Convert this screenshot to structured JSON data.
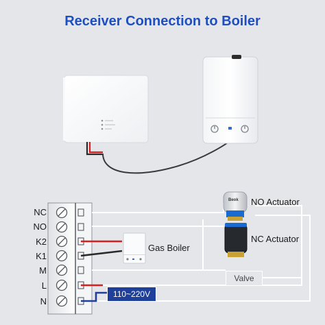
{
  "title": "Receiver Connection to Boiler",
  "terminals": [
    "NC",
    "NO",
    "K2",
    "K1",
    "M",
    "L",
    "N"
  ],
  "labels": {
    "gas_boiler": "Gas Boiler",
    "no_actuator": "NO Actuator",
    "nc_actuator": "NC Actuator",
    "valve": "Valve",
    "voltage": "110~220V"
  },
  "actuator_brand": "Beok",
  "colors": {
    "title": "#1f4fbf",
    "live_wire": "#d61f1f",
    "neutral_wire": "#1e3f9a",
    "actuator_blue": "#1a6bd0"
  }
}
